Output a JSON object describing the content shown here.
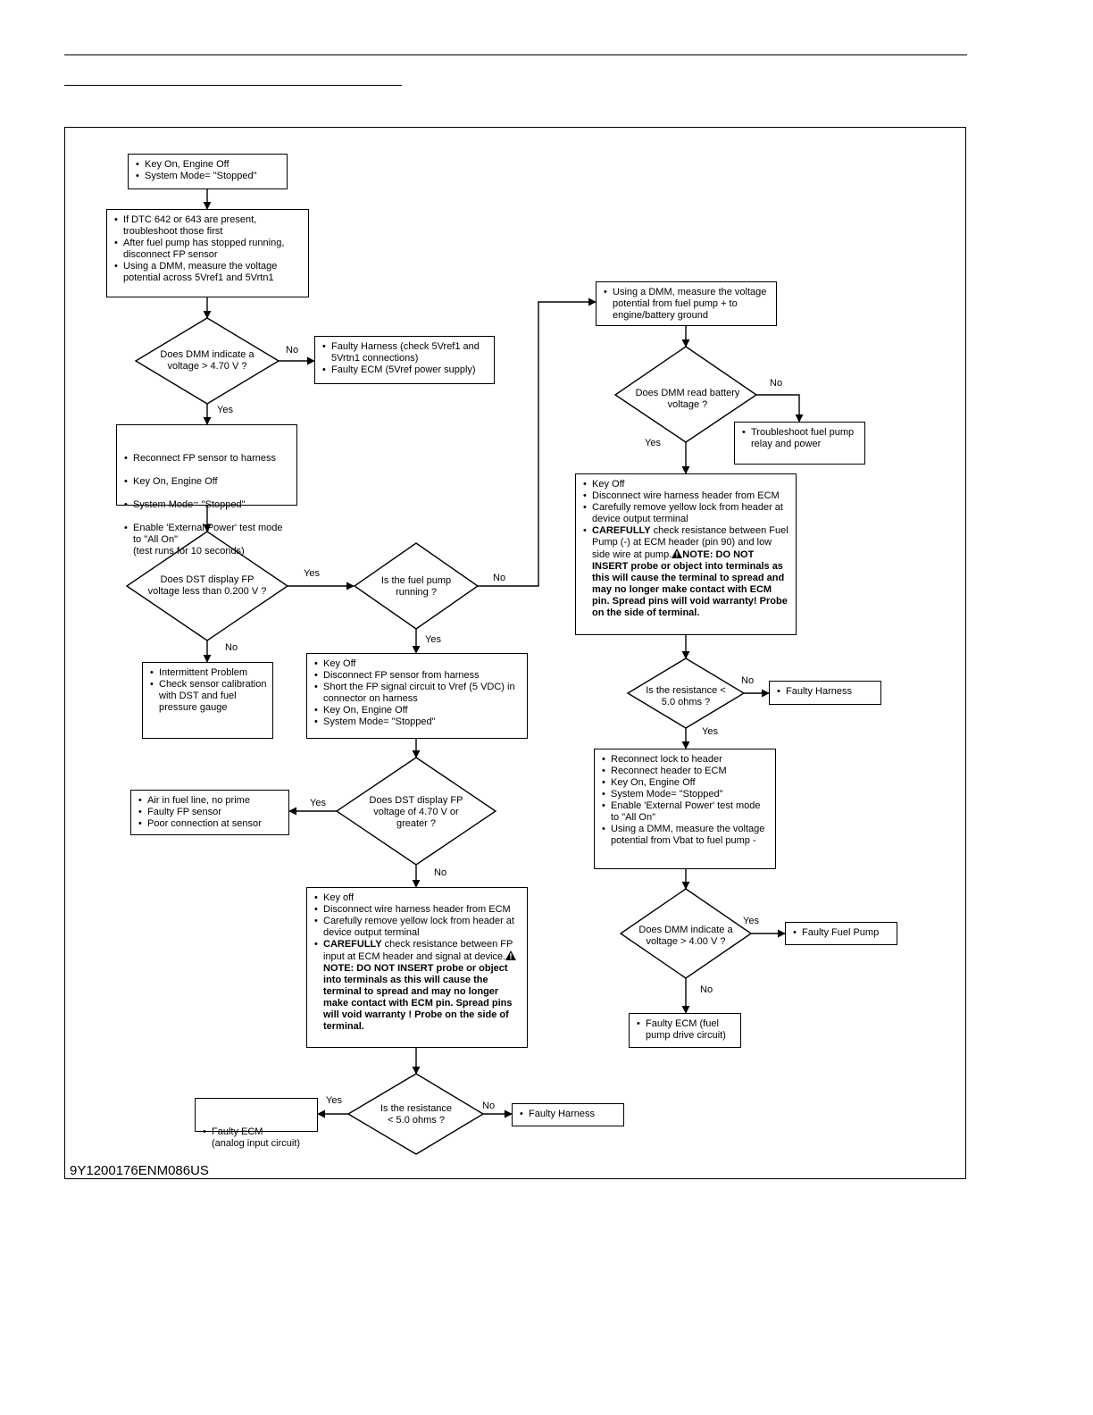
{
  "figure_code": "9Y1200176ENM086US",
  "start": {
    "items": [
      "Key On, Engine Off",
      "System Mode= \"Stopped\""
    ]
  },
  "step_check_dtc": {
    "items": [
      "If DTC 642 or 643 are present, troubleshoot those first",
      "After fuel pump has stopped running, disconnect FP sensor",
      "Using a DMM, measure the voltage potential across 5Vref1 and 5Vrtn1"
    ]
  },
  "decision_dmm_470": {
    "text": "Does DMM indicate a\nvoltage > 4.70 V ?"
  },
  "result_faulty_harness_5vref": {
    "items": [
      "Faulty Harness (check 5Vref1 and 5Vrtn1 connections)",
      "Faulty ECM (5Vref power supply)"
    ]
  },
  "step_reconnect_fp": {
    "items": [
      "Reconnect FP sensor to harness",
      "Key On, Engine Off",
      "System Mode= \"Stopped\"",
      "Enable 'External Power' test mode to \"All On\"\n(test runs for 10 seconds)"
    ]
  },
  "decision_dst_0200": {
    "text": "Does DST display FP\nvoltage less than 0.200 V ?"
  },
  "result_intermittent": {
    "items": [
      "Intermittent Problem",
      "Check sensor calibration with DST and fuel pressure gauge"
    ]
  },
  "decision_pump_running": {
    "text": "Is the fuel pump\nrunning ?"
  },
  "step_short_fp": {
    "items": [
      "Key Off",
      "Disconnect FP sensor from harness",
      "Short the FP signal circuit to Vref (5 VDC) in connector on harness",
      "Key On, Engine Off",
      "System Mode= \"Stopped\""
    ]
  },
  "decision_dst_470": {
    "text": "Does DST display FP\nvoltage of 4.70 V or\ngreater ?"
  },
  "result_air_fuel_line": {
    "items": [
      "Air in fuel line, no prime",
      "Faulty FP sensor",
      "Poor connection at sensor"
    ]
  },
  "step_check_resistance_fp": {
    "items": [
      "Key off",
      "Disconnect wire harness header from ECM",
      "Carefully remove yellow lock from header at device output terminal"
    ],
    "caution_bold": "CAREFULLY",
    "caution_text": " check resistance between FP input at ECM header and signal at device.",
    "note": "NOTE: DO NOT INSERT probe or object into terminals as this will cause the terminal to spread and may no longer make contact with ECM pin. Spread pins will void warranty ! Probe on the side of terminal."
  },
  "decision_resistance_left": {
    "text": "Is the resistance\n< 5.0 ohms ?"
  },
  "result_faulty_ecm_analog": {
    "items": [
      "Faulty ECM\n(analog input circuit)"
    ]
  },
  "result_faulty_harness_bottom": {
    "items": [
      "Faulty Harness"
    ]
  },
  "step_measure_pump_ground": {
    "items": [
      "Using a DMM, measure the voltage potential from fuel pump + to engine/battery ground"
    ]
  },
  "decision_battery_voltage": {
    "text": "Does DMM read battery\nvoltage ?"
  },
  "result_relay_power": {
    "items": [
      "Troubleshoot fuel pump relay and power"
    ]
  },
  "step_check_resistance_pump": {
    "items": [
      "Key Off",
      "Disconnect wire harness header from ECM",
      "Carefully remove yellow lock from header at device output terminal"
    ],
    "caution_bold": "CAREFULLY",
    "caution_text": " check resistance between Fuel Pump (-) at ECM header (pin 90) and low side wire at pump.",
    "note": "NOTE: DO NOT INSERT probe or object into terminals as this will cause the terminal to spread and may no longer make contact with ECM pin. Spread pins will void warranty! Probe on the side of terminal."
  },
  "decision_resistance_right": {
    "text": "Is the resistance <\n5.0 ohms ?"
  },
  "result_faulty_harness_right": {
    "items": [
      "Faulty Harness"
    ]
  },
  "step_reconnect_lock": {
    "items": [
      "Reconnect lock to header",
      "Reconnect header to ECM",
      "Key On, Engine Off",
      "System Mode= \"Stopped\"",
      "Enable 'External Power' test mode to \"All On\"",
      "Using a DMM, measure the voltage potential from Vbat to fuel pump -"
    ]
  },
  "decision_dmm_400": {
    "text": "Does DMM indicate a\nvoltage > 4.00 V ?"
  },
  "result_faulty_fuel_pump": {
    "items": [
      "Faulty Fuel Pump"
    ]
  },
  "result_faulty_ecm_drive": {
    "items": [
      "Faulty ECM (fuel pump drive circuit)"
    ]
  },
  "labels": {
    "yes": "Yes",
    "no": "No"
  }
}
